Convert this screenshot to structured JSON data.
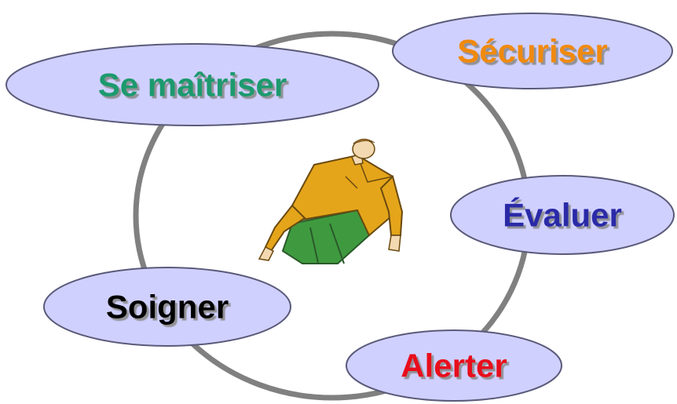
{
  "diagram": {
    "ring_color": "#808080",
    "ellipse_fill": "#d0d0ff",
    "ellipse_stroke": "#5a5a7a",
    "center_figure": "lying-victim-illustration",
    "steps": [
      {
        "id": "se-maitriser",
        "label": "Se maîtriser",
        "color": "#1a9a6e"
      },
      {
        "id": "securiser",
        "label": "Sécuriser",
        "color": "#f08a10"
      },
      {
        "id": "evaluer",
        "label": "Évaluer",
        "color": "#2a2aa8"
      },
      {
        "id": "alerter",
        "label": "Alerter",
        "color": "#e8101a"
      },
      {
        "id": "soigner",
        "label": "Soigner",
        "color": "#000000"
      }
    ]
  }
}
